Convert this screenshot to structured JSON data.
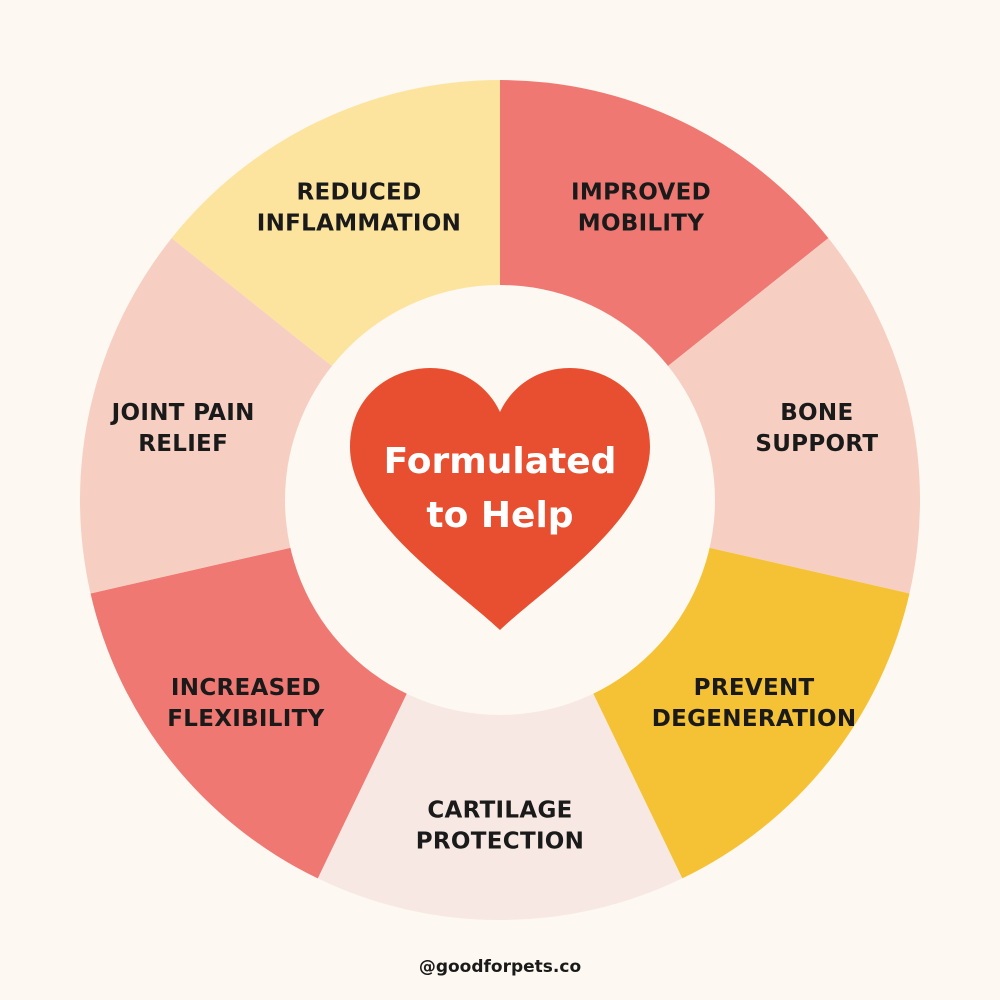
{
  "wheel": {
    "segments": [
      {
        "id": "improved-mobility",
        "lines": [
          "IMPROVED",
          "MOBILITY"
        ],
        "color": "#f07872"
      },
      {
        "id": "bone-support",
        "lines": [
          "BONE",
          "SUPPORT"
        ],
        "color": "#f6cfc2"
      },
      {
        "id": "prevent-degeneration",
        "lines": [
          "PREVENT",
          "DEGENERATION"
        ],
        "color": "#f5c236"
      },
      {
        "id": "cartilage-protection",
        "lines": [
          "CARTILAGE",
          "PROTECTION"
        ],
        "color": "#f7e8e3"
      },
      {
        "id": "increased-flexibility",
        "lines": [
          "INCREASED",
          "FLEXIBILITY"
        ],
        "color": "#f07872"
      },
      {
        "id": "joint-pain-relief",
        "lines": [
          "JOINT PAIN",
          "RELIEF"
        ],
        "color": "#f6cfc2"
      },
      {
        "id": "reduced-inflammation",
        "lines": [
          "REDUCED",
          "INFLAMMATION"
        ],
        "color": "#fde49e"
      }
    ]
  },
  "center": {
    "lines": [
      "Formulated",
      "to Help"
    ],
    "heart_color": "#e84e30"
  },
  "footer": {
    "handle": "@goodforpets.co"
  }
}
